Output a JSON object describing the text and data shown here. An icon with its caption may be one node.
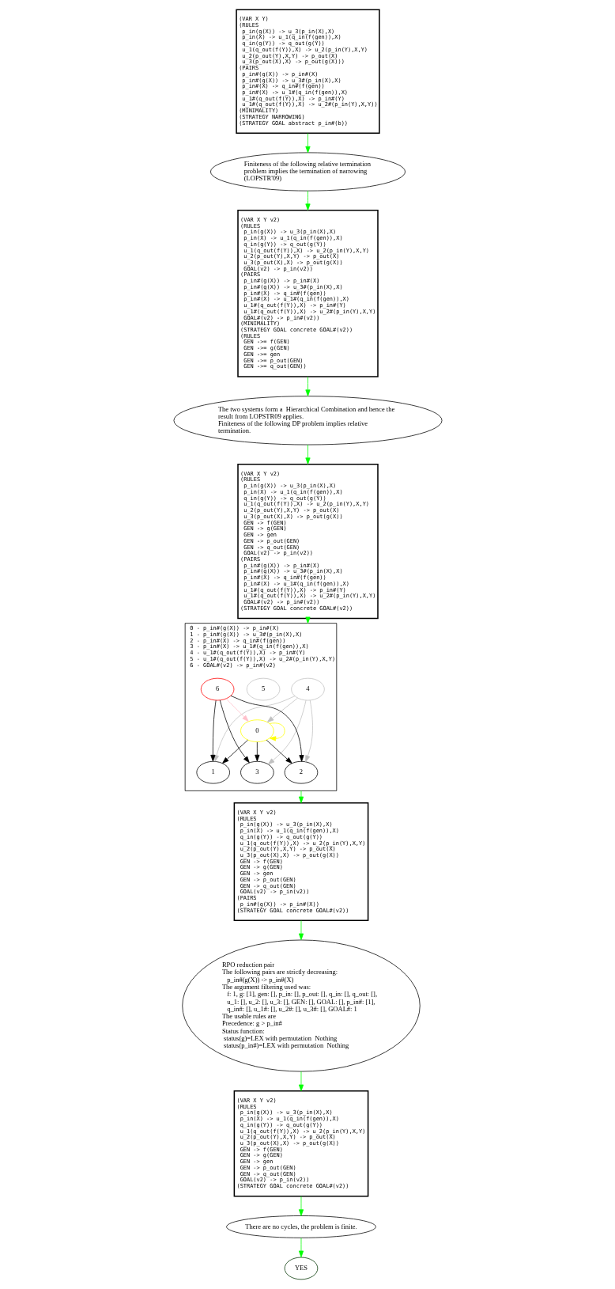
{
  "diagram": {
    "nodes": [
      {
        "text": [
          "(VAR X Y)",
          "(RULES",
          "  p_in(g(X)) -> u_3(p_in(X),X)",
          "  p_in(X) -> u_1(q_in(f(gen)),X)",
          "  q_in(g(Y)) -> q_out(g(Y))",
          "  u_1(q_out(f(Y)),X) -> u_2(p_in(Y),X,Y)",
          "  u_2(p_out(Y),X,Y) -> p_out(X)",
          "  u_3(p_out(X),X) -> p_out(g(X)))",
          "(PAIRS",
          "  p_in#(g(X)) -> p_in#(X)",
          "  p_in#(g(X)) -> u_3#(p_in(X),X)",
          "  p_in#(X) -> q_in#(f(gen))",
          "  p_in#(X) -> u_1#(q_in(f(gen)),X)",
          "  u_1#(q_out(f(Y)),X) -> p_in#(Y)",
          "  u_1#(q_out(f(Y)),X) -> u_2#(p_in(Y),X,Y))",
          "(MINIMALITY)",
          "(STRATEGY NARROWING)",
          "(STRATEGY GOAL abstract p_in#(b))"
        ]
      },
      {
        "text": [
          "Finiteness of the following relative termination problem implies the termination of narrowing (LOPSTR'09)"
        ]
      },
      {
        "text": [
          "(VAR X Y v2)",
          "(RULES",
          "  p_in(g(X)) -> u_3(p_in(X),X)",
          "  p_in(X) -> u_1(q_in(f(gen)),X)",
          "  q_in(g(Y)) -> q_out(g(Y))",
          "  u_1(q_out(f(Y)),X) -> u_2(p_in(Y),X,Y)",
          "  u_2(p_out(Y),X,Y) -> p_out(X)",
          "  u_3(p_out(X),X) -> p_out(g(X))",
          "  GOAL(v2) -> p_in(v2))",
          "(PAIRS",
          "  p_in#(g(X)) -> p_in#(X)",
          "  p_in#(g(X)) -> u_3#(p_in(X),X)",
          "  p_in#(X) -> q_in#(f(gen))",
          "  p_in#(X) -> u_1#(q_in(f(gen)),X)",
          "  u_1#(q_out(f(Y)),X) -> p_in#(Y)",
          "  u_1#(q_out(f(Y)),X) -> u_2#(p_in(Y),X,Y)",
          "  GOAL#(v2) -> p_in#(v2))",
          "(MINIMALITY)",
          "(STRATEGY GOAL concrete GOAL#(v2))",
          "(RULES",
          "  GEN ->= f(GEN)",
          "  GEN ->= g(GEN)",
          "  GEN ->= gen",
          "  GEN ->= p_out(GEN)",
          "  GEN ->= q_out(GEN))"
        ]
      },
      {
        "text": [
          "The two systems form a  Hierarchical Combination and hence the result from LOPSTR09 applies.",
          "Finiteness of the following DP problem implies relative termination."
        ]
      },
      {
        "text": [
          "(VAR X Y v2)",
          "(RULES",
          "  p_in(g(X)) -> u_3(p_in(X),X)",
          "  p_in(X) -> u_1(q_in(f(gen)),X)",
          "  q_in(g(Y)) -> q_out(g(Y))",
          "  u_1(q_out(f(Y)),X) -> u_2(p_in(Y),X,Y)",
          "  u_2(p_out(Y),X,Y) -> p_out(X)",
          "  u_3(p_out(X),X) -> p_out(g(X))",
          "  GEN -> f(GEN)",
          "  GEN -> g(GEN)",
          "  GEN -> gen",
          "  GEN -> p_out(GEN)",
          "  GEN -> q_out(GEN)",
          "  GOAL(v2) -> p_in(v2))",
          "(PAIRS",
          "  p_in#(g(X)) -> p_in#(X)",
          "  p_in#(g(X)) -> u_3#(p_in(X),X)",
          "  p_in#(X) -> q_in#(f(gen))",
          "  p_in#(X) -> u_1#(q_in(f(gen)),X)",
          "  u_1#(q_out(f(Y)),X) -> p_in#(Y)",
          "  u_1#(q_out(f(Y)),X) -> u_2#(p_in(Y),X,Y)",
          "  GOAL#(v2) -> p_in#(v2))",
          "(STRATEGY GOAL concrete GOAL#(v2))"
        ]
      },
      {
        "text": [
          "0 - p_in#(g(X)) -> p_in#(X)",
          "1 - p_in#(g(X)) -> u_3#(p_in(X),X)",
          "2 - p_in#(X) -> q_in#(f(gen))",
          "3 - p_in#(X) -> u_1#(q_in(f(gen)),X)",
          "4 - u_1#(q_out(f(Y)),X) -> p_in#(Y)",
          "5 - u_1#(q_out(f(Y)),X) -> u_2#(p_in(Y),X,Y)",
          "6 - GOAL#(v2) -> p_in#(v2)"
        ]
      },
      {
        "text": [
          "4"
        ],
        "in": 5
      },
      {
        "text": [
          "5"
        ],
        "in": 5
      },
      {
        "text": [
          "6"
        ],
        "in": 5
      },
      {
        "text": [
          "0"
        ],
        "in": 5
      },
      {
        "text": [
          "3"
        ],
        "in": 5
      },
      {
        "text": [
          "1"
        ],
        "in": 5
      },
      {
        "text": [
          "2"
        ],
        "in": 5
      },
      {
        "text": [
          "(VAR X Y v2)",
          "(RULES",
          "  p_in(g(X)) -> u_3(p_in(X),X)",
          "  p_in(X) -> u_1(q_in(f(gen)),X)",
          "  q_in(g(Y)) -> q_out(g(Y))",
          "  u_1(q_out(f(Y)),X) -> u_2(p_in(Y),X,Y)",
          "  u_2(p_out(Y),X,Y) -> p_out(X)",
          "  u_3(p_out(X),X) -> p_out(g(X))",
          "  GEN -> f(GEN)",
          "  GEN -> g(GEN)",
          "  GEN -> gen",
          "  GEN -> p_out(GEN)",
          "  GEN -> q_out(GEN)",
          "  GOAL(v2) -> p_in(v2))",
          "(PAIRS",
          "  p_in#(g(X)) -> p_in#(X))",
          "(STRATEGY GOAL concrete GOAL#(v2))"
        ]
      },
      {
        "text": [
          "RPO reduction pair",
          "The following pairs are strictly decreasing:",
          "    p_in#(g(X)) -> p_in#(X)",
          "The argument filtering used was:",
          "    f: 1, g: [1], gen: [], p_in: [], p_out: [], q_in: [], q_out: [],",
          "    u_1: [], u_2: [], u_3: [], GEN: [], GOAL: [], p_in#: [1],",
          "    q_in#: [], u_1#: [], u_2#: [], u_3#: [], GOAL#: 1",
          "The usable rules are",
          "Precedence: g > p_in#",
          "Status function:",
          "  status(g)=LEX with permutation  Nothing",
          "  status(p_in#)=LEX with permutation  Nothing"
        ]
      },
      {
        "text": [
          "(VAR X Y v2)",
          "(RULES",
          "  p_in(g(X)) -> u_3(p_in(X),X)",
          "  p_in(X) -> u_1(q_in(f(gen)),X)",
          "  q_in(g(Y)) -> q_out(g(Y))",
          "  u_1(q_out(f(Y)),X) -> u_2(p_in(Y),X,Y)",
          "  u_2(p_out(Y),X,Y) -> p_out(X)",
          "  u_3(p_out(X),X) -> p_out(g(X))",
          "  GEN -> f(GEN)",
          "  GEN -> g(GEN)",
          "  GEN -> gen",
          "  GEN -> p_out(GEN)",
          "  GEN -> q_out(GEN)",
          "  GOAL(v2) -> p_in(v2))",
          "(STRATEGY GOAL concrete GOAL#(v2))"
        ]
      },
      {
        "text": [
          "There are no cycles, the problem is finite."
        ]
      },
      {
        "text": [
          "YES"
        ]
      }
    ],
    "edges": [
      {
        "from": 0,
        "to": 1,
        "arrow": "to"
      },
      {
        "from": 1,
        "to": 2,
        "arrow": "to"
      },
      {
        "from": 2,
        "to": 3,
        "arrow": "to"
      },
      {
        "from": 3,
        "to": 4,
        "arrow": "to"
      },
      {
        "from": 4,
        "to": 5,
        "arrow": "to"
      },
      {
        "from": 6,
        "to": 9,
        "arrow": "to",
        "color": "#c0c0c0"
      },
      {
        "from": 6,
        "to": 10,
        "arrow": "to",
        "color": "#c0c0c0"
      },
      {
        "from": 6,
        "to": 11,
        "arrow": "to",
        "color": "#c0c0c0"
      },
      {
        "from": 6,
        "to": 12,
        "arrow": "to",
        "color": "#c0c0c0"
      },
      {
        "from": 8,
        "to": 9,
        "arrow": "to",
        "color": "#ffc0cb"
      },
      {
        "from": 8,
        "to": 10,
        "arrow": "to",
        "color": "#000000"
      },
      {
        "from": 8,
        "to": 11,
        "arrow": "to",
        "color": "#000000"
      },
      {
        "from": 8,
        "to": 12,
        "arrow": "to",
        "color": "#000000"
      },
      {
        "from": 9,
        "to": 9,
        "arrow": "to",
        "color": "#ffff00"
      },
      {
        "from": 9,
        "to": 10,
        "arrow": "to",
        "color": "#000000"
      },
      {
        "from": 9,
        "to": 11,
        "arrow": "to",
        "color": "#000000"
      },
      {
        "from": 9,
        "to": 12,
        "arrow": "to",
        "color": "#000000"
      },
      {
        "from": 5,
        "to": 13,
        "arrow": "to"
      },
      {
        "from": 13,
        "to": 14,
        "arrow": "to"
      },
      {
        "from": 14,
        "to": 15,
        "arrow": "to"
      },
      {
        "from": 15,
        "to": 16,
        "arrow": "to"
      },
      {
        "from": 16,
        "to": 17,
        "arrow": "to"
      }
    ]
  }
}
